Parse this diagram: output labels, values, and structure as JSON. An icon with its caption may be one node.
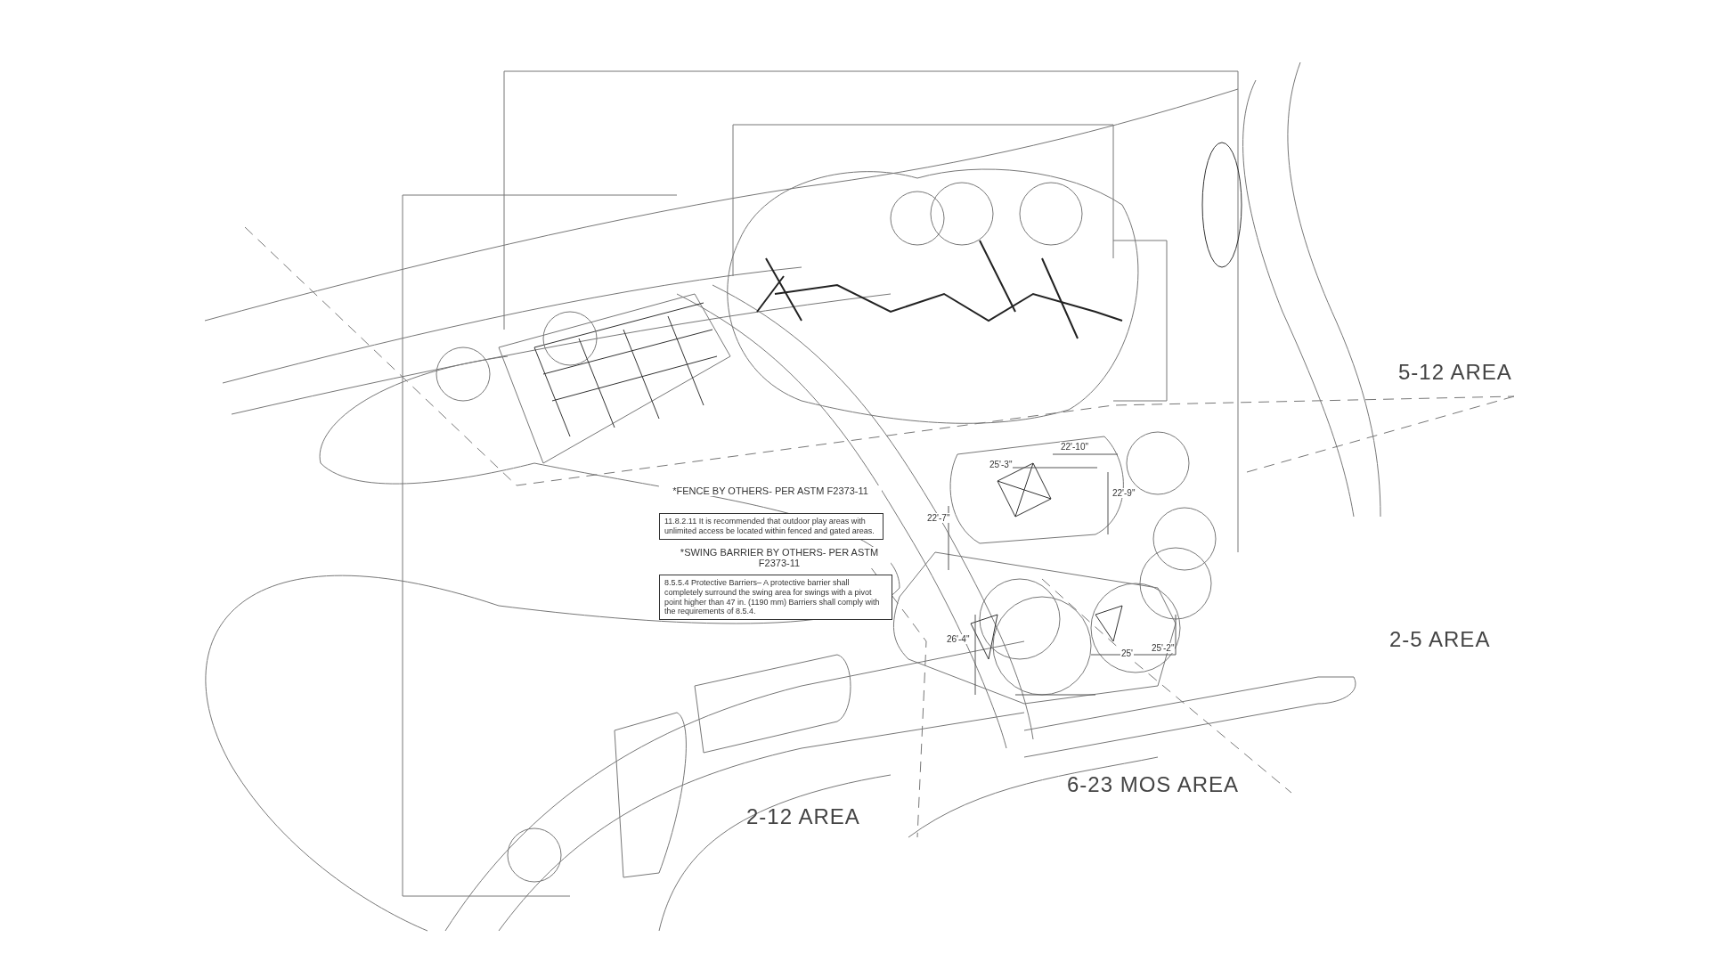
{
  "diagram": {
    "labels": [
      "25'-3\"",
      "22'-10\"",
      "22'-9\"",
      "22'-7\"",
      "5-12 AREA",
      "*FENCE BY OTHERS- PER ASTM F2373-11",
      "11.8.2.11 It is recommended that outdoor play areas with unlimited access be located within fenced and gated areas.",
      "*SWING BARRIER BY OTHERS- PER ASTM F2373-11",
      "8.5.5.4 Protective Barriers– A protective barrier shall completely surround the swing area for swings with a pivot point higher than 47 in. (1190 mm) Barriers shall comply with the requirements of 8.5.4.",
      "26'-4\"",
      "2-5 AREA",
      "25'-2\"",
      "25'",
      "6-23 MOS AREA",
      "2-12 AREA"
    ]
  }
}
